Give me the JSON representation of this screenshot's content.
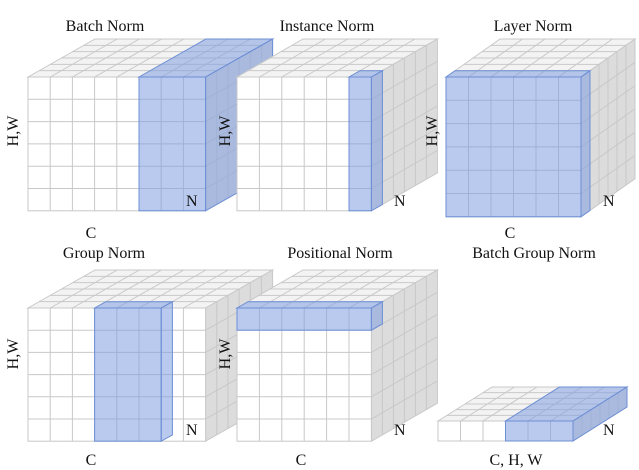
{
  "diagram": {
    "panels": [
      {
        "id": "batch-norm",
        "title": "Batch Norm",
        "y_label": "H,W",
        "x_label": "C",
        "depth_label": "N",
        "highlight": "batch"
      },
      {
        "id": "instance-norm",
        "title": "Instance Norm",
        "y_label": "H,W",
        "x_label": "",
        "depth_label": "N",
        "highlight": "instance"
      },
      {
        "id": "layer-norm",
        "title": "Layer Norm",
        "y_label": "H,W",
        "x_label": "C",
        "depth_label": "N",
        "highlight": "layer"
      },
      {
        "id": "group-norm",
        "title": "Group Norm",
        "y_label": "H,W",
        "x_label": "C",
        "depth_label": "N",
        "highlight": "group"
      },
      {
        "id": "positional-norm",
        "title": "Positional Norm",
        "y_label": "H,W",
        "x_label": "C",
        "depth_label": "N",
        "highlight": "positional"
      },
      {
        "id": "batch-group-norm",
        "title": "Batch Group Norm",
        "y_label": "",
        "x_label": "C, H, W",
        "depth_label": "N",
        "highlight": "batchgroup"
      }
    ],
    "colors": {
      "cell_front": "#ffffff",
      "cell_top": "#f3f3f3",
      "cell_side": "#dcdcdc",
      "grid": "#c8c8c8",
      "highlight_fill": "#7f9fe0",
      "highlight_stroke": "#6d8fd6"
    }
  }
}
